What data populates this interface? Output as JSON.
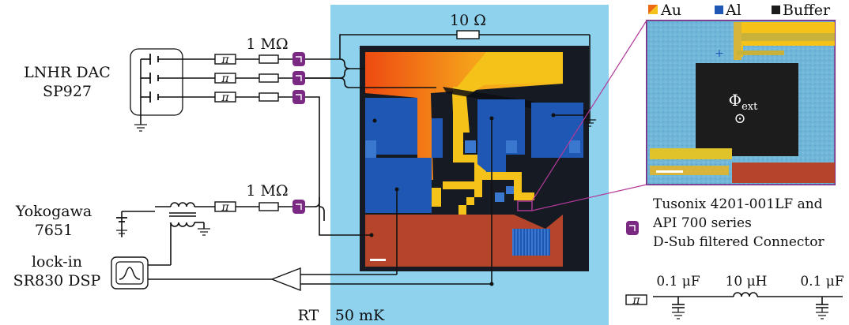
{
  "labels": {
    "dac": [
      "LNHR DAC",
      "SP927"
    ],
    "resistor_top": "10 Ω",
    "resistor_1m_top": "1 MΩ",
    "resistor_1m_bottom": "1 MΩ",
    "yokogawa": [
      "Yokogawa",
      "7651"
    ],
    "lockin": [
      "lock-in",
      "SR830 DSP"
    ],
    "rt": "RT",
    "cold": "50 mK",
    "flux_symbol": "Φ",
    "flux_sub": "ext",
    "flux_dot": "⊙",
    "plus_mark": "+"
  },
  "legend": {
    "au": "Au",
    "al": "Al",
    "buffer": "Buffer"
  },
  "filter_legend": {
    "text": [
      "Tusonix 4201-001LF and",
      "API 700 series",
      "D-Sub filtered Connector"
    ]
  },
  "pi_filter": {
    "symbol": "π",
    "cap1": "0.1 μF",
    "inductor": "10 μH",
    "cap2": "0.1 μF"
  },
  "colors": {
    "cold_stage": "#8ed2ee",
    "gold": "#f5c21a",
    "gold_hot": "#f07a12",
    "aluminum": "#1e57b4",
    "copper": "#b4452a",
    "purple": "#7a2a82",
    "device_bg": "#161a22",
    "sem_bg": "#6fb6d9",
    "buffer": "#1c1c1c"
  }
}
